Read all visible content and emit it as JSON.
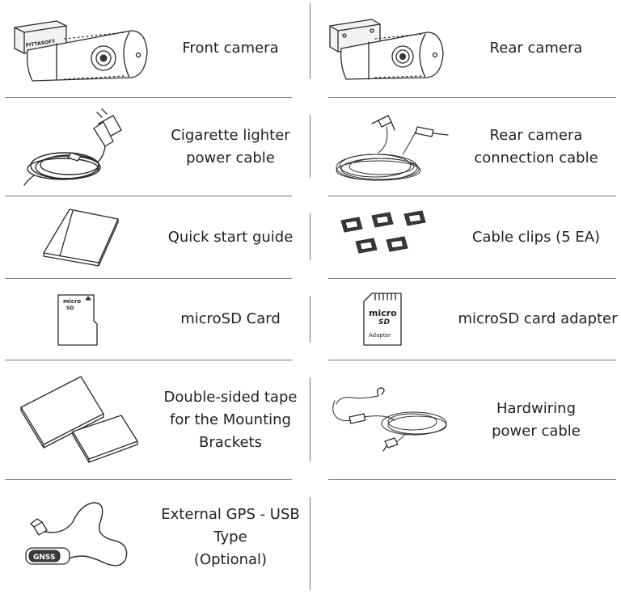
{
  "items": [
    {
      "label": "Front camera",
      "icon": "front-camera-icon"
    },
    {
      "label": "Rear camera",
      "icon": "rear-camera-icon"
    },
    {
      "label": "Cigarette lighter\npower cable",
      "icon": "cigarette-lighter-cable-icon"
    },
    {
      "label": "Rear camera\nconnection cable",
      "icon": "rear-camera-cable-icon"
    },
    {
      "label": "Quick start guide",
      "icon": "quick-start-guide-icon"
    },
    {
      "label": "Cable clips (5 EA)",
      "icon": "cable-clips-icon"
    },
    {
      "label": "microSD Card",
      "icon": "microsd-card-icon"
    },
    {
      "label": "microSD card adapter",
      "icon": "microsd-adapter-icon"
    },
    {
      "label": "Double-sided tape\nfor the Mounting\nBrackets",
      "icon": "double-sided-tape-icon"
    },
    {
      "label": "Hardwiring\npower cable",
      "icon": "hardwiring-cable-icon"
    },
    {
      "label": "External GPS - USB\nType\n(Optional)",
      "icon": "gps-usb-icon"
    }
  ],
  "device_text": {
    "camera_brand": "PITTASOFT",
    "sd_logo_top": "micro",
    "sd_logo_bottom": "SD",
    "adapter_caption": "Adapter",
    "gps_module": "GNSS"
  }
}
